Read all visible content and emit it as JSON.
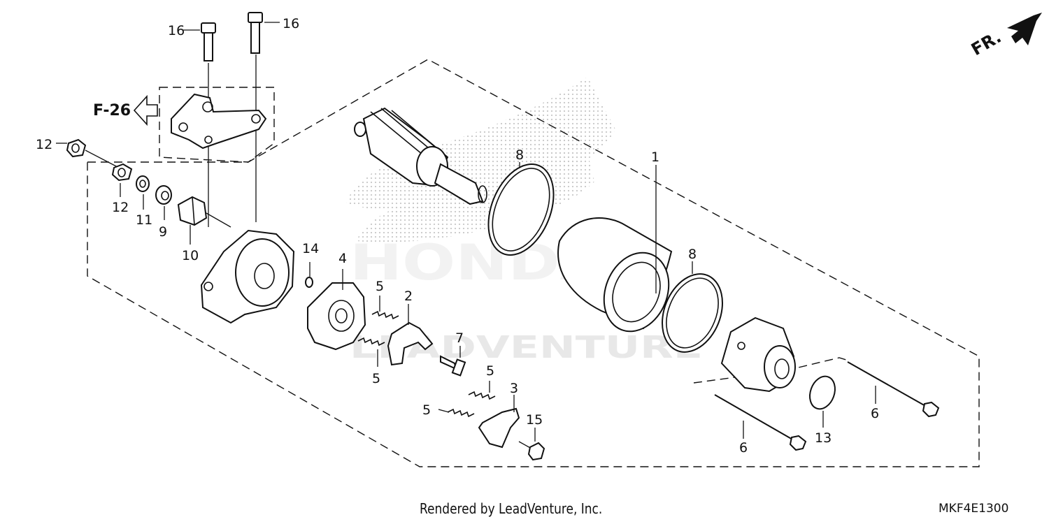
{
  "direction_label": "FR.",
  "reference": {
    "label": "F-26"
  },
  "watermark": {
    "brand": "HONDA",
    "dealer": "LEADVENTURE"
  },
  "footer": {
    "credit": "Rendered by LeadVenture, Inc.",
    "code": "MKF4E1300"
  },
  "callouts": {
    "c1": "1",
    "c2": "2",
    "c3": "3",
    "c4": "4",
    "c5a": "5",
    "c5b": "5",
    "c5c": "5",
    "c5d": "5",
    "c6a": "6",
    "c6b": "6",
    "c7": "7",
    "c8a": "8",
    "c8b": "8",
    "c9": "9",
    "c10": "10",
    "c11": "11",
    "c12a": "12",
    "c12b": "12",
    "c13": "13",
    "c14": "14",
    "c15": "15",
    "c16a": "16",
    "c16b": "16"
  }
}
